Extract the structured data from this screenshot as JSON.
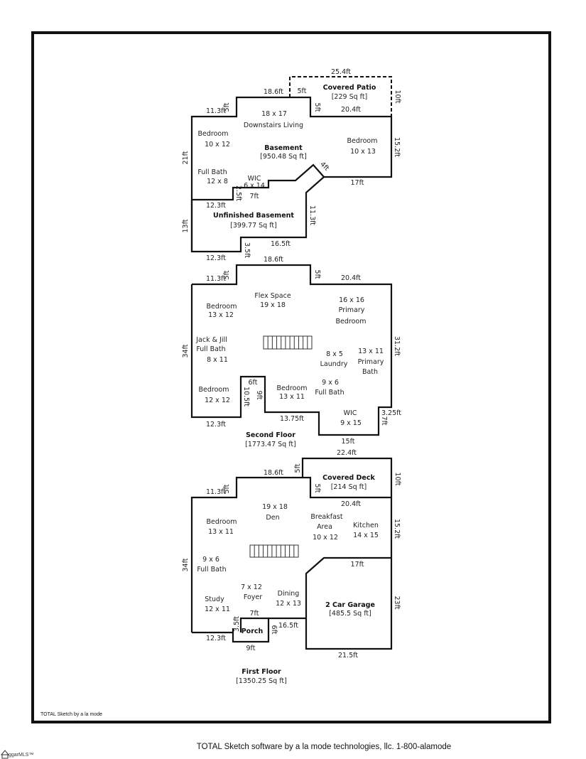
{
  "frame_credit": "TOTAL Sketch by a la mode",
  "footer_credit": "TOTAL Sketch software by a la mode technologies, llc. 1-800-alamode",
  "logo_text": "ggarMLS™",
  "basement": {
    "title": "Basement",
    "area": "[950.48 Sq ft]",
    "rooms": {
      "living_dims": "18 x 17",
      "living_name": "Downstairs Living",
      "bed1_name": "Bedroom",
      "bed1_dims": "10 x 12",
      "bed2_name": "Bedroom",
      "bed2_dims": "10 x 13",
      "bath_name": "Full Bath",
      "bath_dims": "12 x 8",
      "wic_name": "WIC",
      "wic_dims": "6 x 14"
    },
    "patio": {
      "title": "Covered Patio",
      "area": "[229 Sq ft]"
    },
    "unfinished": {
      "title": "Unfinished Basement",
      "area": "[399.77 Sq ft]"
    },
    "dims": {
      "patio_top": "25.4ft",
      "patio_right": "10ft",
      "top_mid": "18.6ft",
      "patio_left": "5ft",
      "step_left": "5ft",
      "step_right": "5ft",
      "top_left": "11.3ft",
      "top_right": "20.4ft",
      "left": "21ft",
      "right": "15.2ft",
      "angle": "4ft",
      "bottom_right": "17ft",
      "wic_step": "2.5ft",
      "wic_bottom": "7ft",
      "unf_top": "12.3ft",
      "unf_right": "11.3ft",
      "unf_left": "13ft",
      "unf_bottom_right": "16.5ft",
      "unf_step": "3.5ft",
      "unf_bottom_left": "12.3ft"
    }
  },
  "second_floor": {
    "title": "Second Floor",
    "area": "[1773.47 Sq ft]",
    "rooms": {
      "flex_name": "Flex Space",
      "flex_dims": "19 x 18",
      "bed1_name": "Bedroom",
      "bed1_dims": "13 x 12",
      "primary_dims": "16 x 16",
      "primary_l1": "Primary",
      "primary_l2": "Bedroom",
      "jj_l1": "Jack & Jill",
      "jj_l2": "Full Bath",
      "jj_dims": "8 x 11",
      "laundry_dims": "8 x 5",
      "laundry_name": "Laundry",
      "pbath_dims": "13 x 11",
      "pbath_l1": "Primary",
      "pbath_l2": "Bath",
      "bed2_name": "Bedroom",
      "bed2_dims": "12 x 12",
      "bed3_name": "Bedroom",
      "bed3_dims": "13 x 11",
      "fbath_dims": "9 x 6",
      "fbath_name": "Full Bath",
      "wic_name": "WIC",
      "wic_dims": "9 x 15"
    },
    "dims": {
      "top_mid": "18.6ft",
      "step_left": "5ft",
      "step_right": "5ft",
      "top_left": "11.3ft",
      "top_right": "20.4ft",
      "left": "34ft",
      "right": "31.2ft",
      "notch_top": "6ft",
      "notch_left": "10.5ft",
      "notch_right": "9ft",
      "bottom_left": "12.3ft",
      "bottom_mid": "13.75ft",
      "bottom_right": "15ft",
      "step_r1": "3.25ft",
      "step_r2": "7ft"
    }
  },
  "first_floor": {
    "title": "First Floor",
    "area": "[1350.25 Sq ft]",
    "rooms": {
      "den_dims": "19 x 18",
      "den_name": "Den",
      "bed_name": "Bedroom",
      "bed_dims": "13 x 11",
      "bfast_l1": "Breakfast",
      "bfast_l2": "Area",
      "bfast_dims": "10 x 12",
      "kitchen_name": "Kitchen",
      "kitchen_dims": "14 x 15",
      "bath_dims": "9 x 6",
      "bath_name": "Full Bath",
      "foyer_dims": "7 x 12",
      "foyer_name": "Foyer",
      "dining_name": "Dining",
      "dining_dims": "12 x 13",
      "study_name": "Study",
      "study_dims": "12 x 11",
      "porch_name": "Porch"
    },
    "deck": {
      "title": "Covered Deck",
      "area": "[214 Sq ft]"
    },
    "garage": {
      "title": "2 Car Garage",
      "area": "[485.5 Sq ft]"
    },
    "dims": {
      "deck_top": "22.4ft",
      "deck_right": "10ft",
      "deck_left": "5ft",
      "top_mid": "18.6ft",
      "step_left": "5ft",
      "step_right": "5ft",
      "top_left": "11.3ft",
      "top_right": "20.4ft",
      "left": "34ft",
      "right": "15.2ft",
      "garage_top": "17ft",
      "garage_right": "23ft",
      "garage_bottom": "21.5ft",
      "porch_top": "7ft",
      "porch_left": "3.5ft",
      "porch_right": "6ft",
      "porch_bottom": "9ft",
      "bottom_left": "12.3ft",
      "bottom_mid": "16.5ft"
    }
  }
}
